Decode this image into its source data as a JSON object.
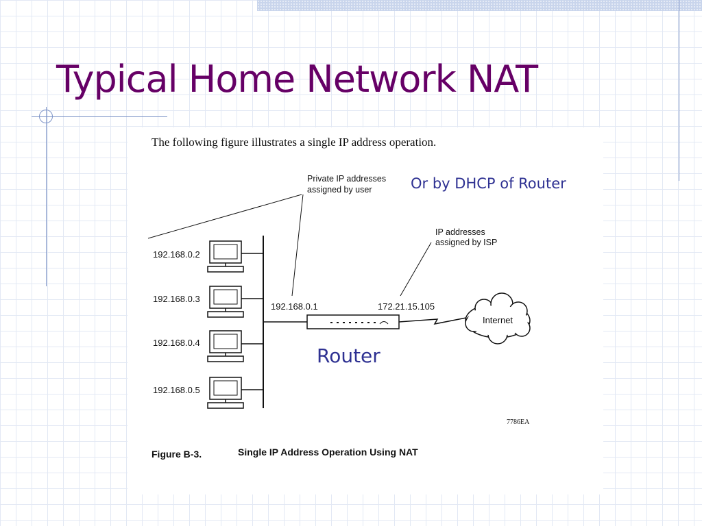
{
  "slide": {
    "title": "Typical Home Network NAT",
    "note_dhcp": "Or by DHCP of Router",
    "note_router": "Router"
  },
  "figure": {
    "intro": "The following figure illustrates a single IP address operation.",
    "private_label_1": "Private IP addresses",
    "private_label_2": "assigned by user",
    "isp_label_1": "IP addresses",
    "isp_label_2": "assigned by ISP",
    "hosts": [
      "192.168.0.2",
      "192.168.0.3",
      "192.168.0.4",
      "192.168.0.5"
    ],
    "router_lan_ip": "192.168.0.1",
    "router_wan_ip": "172.21.15.105",
    "cloud_label": "Internet",
    "figure_code": "7786EA",
    "caption_number": "Figure B-3.",
    "caption_text": "Single IP Address Operation Using NAT"
  },
  "colors": {
    "title": "#660066",
    "notes": "#2e3192",
    "accent_rules": "#7f95c8"
  }
}
